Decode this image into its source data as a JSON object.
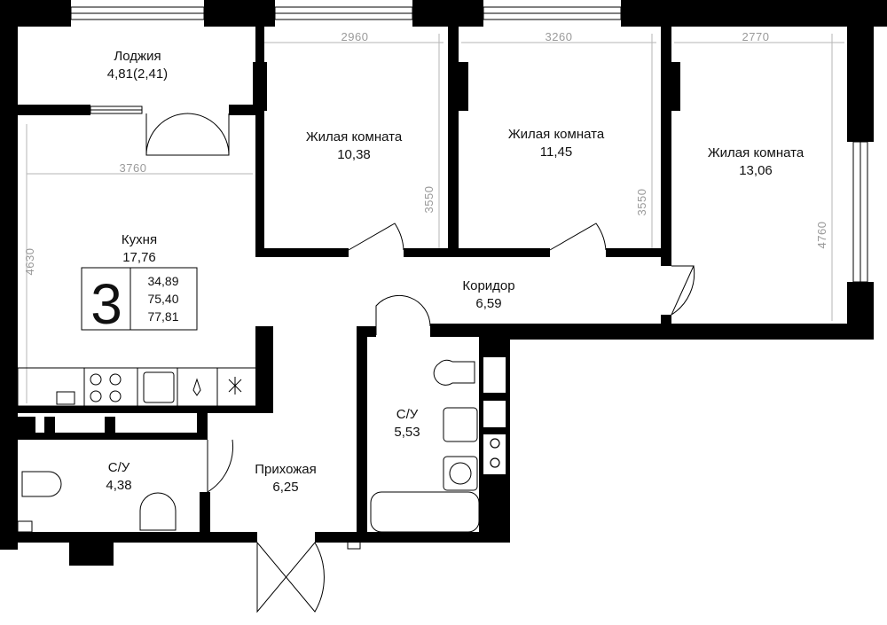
{
  "plan": {
    "rooms": [
      {
        "id": "loggia",
        "name": "Лоджия",
        "area": "4,81(2,41)"
      },
      {
        "id": "room1",
        "name": "Жилая комната",
        "area": "10,38"
      },
      {
        "id": "room2",
        "name": "Жилая комната",
        "area": "11,45"
      },
      {
        "id": "room3",
        "name": "Жилая комната",
        "area": "13,06"
      },
      {
        "id": "kitchen",
        "name": "Кухня",
        "area": "17,76"
      },
      {
        "id": "corridor",
        "name": "Коридор",
        "area": "6,59"
      },
      {
        "id": "bath_right",
        "name": "С/У",
        "area": "5,53"
      },
      {
        "id": "bath_left",
        "name": "С/У",
        "area": "4,38"
      },
      {
        "id": "hall",
        "name": "Прихожая",
        "area": "6,25"
      }
    ],
    "dimensions": {
      "room1_width": "2960",
      "room2_width": "3260",
      "room3_width": "2770",
      "kitchen_width": "3760",
      "kitchen_depth": "4630",
      "room1_depth": "3550",
      "room2_depth": "3550",
      "room3_depth": "4760"
    },
    "summary": {
      "rooms_count": "3",
      "living_area": "34,89",
      "total_area": "75,40",
      "area_with_loggia": "77,81"
    },
    "colors": {
      "wall": "#000000",
      "dim_line": "#b5b5b5",
      "text": "#111111"
    }
  }
}
